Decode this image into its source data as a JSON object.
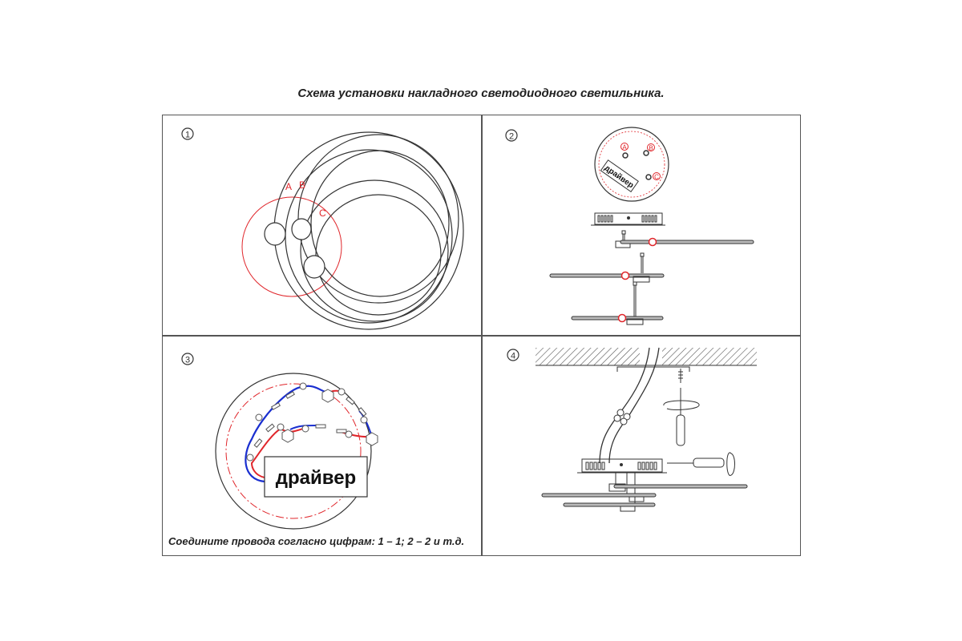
{
  "title": "Схема установки накладного светодиодного светильника.",
  "panels": [
    {
      "number": "1",
      "labels": [
        "A",
        "B",
        "C"
      ]
    },
    {
      "number": "2",
      "driver_label": "драйвер",
      "labels": [
        "A",
        "B",
        "C"
      ]
    },
    {
      "number": "3",
      "driver_label": "драйвер",
      "caption": "Соедините провода согласно цифрам: 1 – 1; 2 – 2 и т.д."
    },
    {
      "number": "4"
    }
  ],
  "colors": {
    "red": "#e0262b",
    "blue": "#1a2fd0",
    "line": "#333333"
  }
}
